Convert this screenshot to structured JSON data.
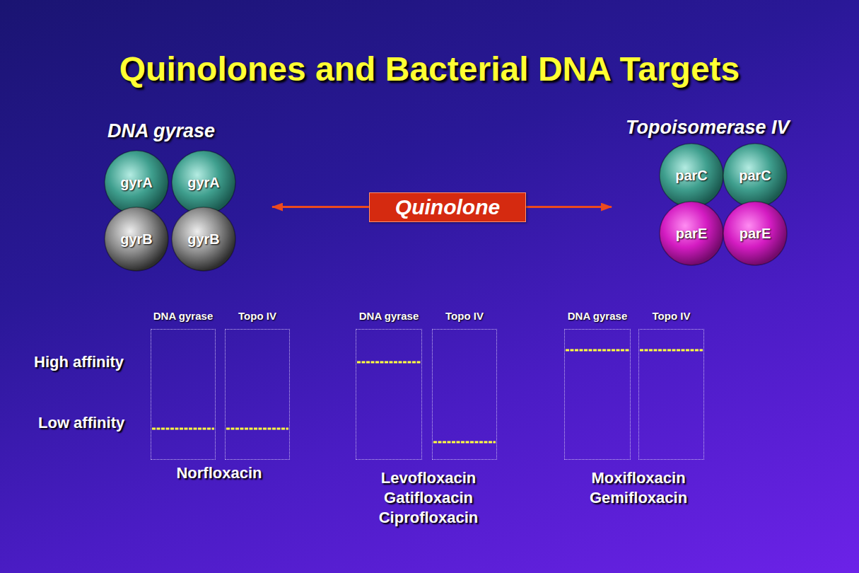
{
  "diagram": {
    "title": "Quinolones and Bacterial DNA Targets",
    "nodes": [
      {
        "text": [
          "DNA gyrase"
        ]
      },
      {
        "text": [
          "gyrA"
        ],
        "in": 0
      },
      {
        "text": [
          "gyrA"
        ],
        "in": 0
      },
      {
        "text": [
          "gyrB"
        ],
        "in": 0
      },
      {
        "text": [
          "gyrB"
        ],
        "in": 0
      },
      {
        "text": [
          "Quinolone"
        ]
      },
      {
        "text": [
          "Topoisomerase IV"
        ]
      },
      {
        "text": [
          "parC"
        ],
        "in": 6
      },
      {
        "text": [
          "parC"
        ],
        "in": 6
      },
      {
        "text": [
          "parE"
        ],
        "in": 6
      },
      {
        "text": [
          "parE"
        ],
        "in": 6
      },
      {
        "text": [
          "DNA gyrase"
        ]
      },
      {
        "text": [
          "Topo IV"
        ]
      },
      {
        "text": [
          "DNA gyrase"
        ]
      },
      {
        "text": [
          "Topo IV"
        ]
      },
      {
        "text": [
          "DNA gyrase"
        ]
      },
      {
        "text": [
          "Topo IV"
        ]
      }
    ],
    "edges": [
      {
        "from": 5,
        "to": 0,
        "arrow": "to"
      },
      {
        "from": 5,
        "to": 6,
        "arrow": "to"
      }
    ],
    "labels": [
      "High affinity",
      "Low affinity",
      "Norfloxacin",
      "Levofloxacin",
      "Gatifloxacin",
      "Ciprofloxacin",
      "Moxifloxacin",
      "Gemifloxacin"
    ]
  }
}
